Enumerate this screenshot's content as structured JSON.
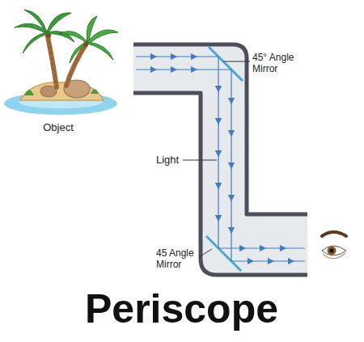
{
  "diagram": {
    "title": "Periscope",
    "labels": [
      "Object",
      "45° Angle Mirror",
      "Light",
      "45 Angle Mirror"
    ]
  }
}
